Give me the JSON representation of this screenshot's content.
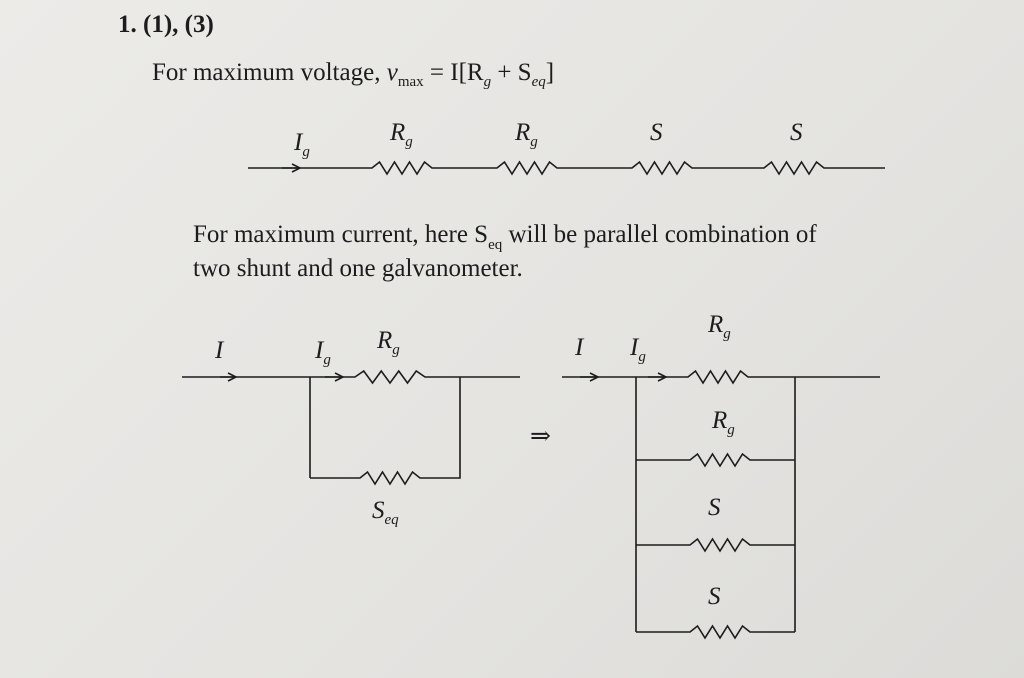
{
  "heading": "1. (1), (3)",
  "voltage_line": {
    "prefix": "For maximum voltage, ",
    "v": "v",
    "v_sub": "max",
    "eq": " = I[R",
    "g": "g",
    "plus": " + S",
    "eq_sub": "eq",
    "close": "]"
  },
  "series_circuit": {
    "current": "I",
    "current_sub": "g",
    "labels": [
      {
        "main": "R",
        "sub": "g"
      },
      {
        "main": "R",
        "sub": "g"
      },
      {
        "main": "S",
        "sub": ""
      },
      {
        "main": "S",
        "sub": ""
      }
    ]
  },
  "current_text": {
    "line1a": "For maximum current, here S",
    "line1_sub": "eq",
    "line1b": " will be parallel combination of",
    "line2": "two shunt and one galvanometer."
  },
  "left_circuit": {
    "I": "I",
    "Ig": "I",
    "Ig_sub": "g",
    "top": "R",
    "top_sub": "g",
    "bottom": "S",
    "bottom_sub": "eq"
  },
  "implies": "⇒",
  "right_circuit": {
    "I": "I",
    "Ig": "I",
    "Ig_sub": "g",
    "labels": [
      {
        "main": "R",
        "sub": "g"
      },
      {
        "main": "R",
        "sub": "g"
      },
      {
        "main": "S",
        "sub": ""
      },
      {
        "main": "S",
        "sub": ""
      }
    ]
  }
}
